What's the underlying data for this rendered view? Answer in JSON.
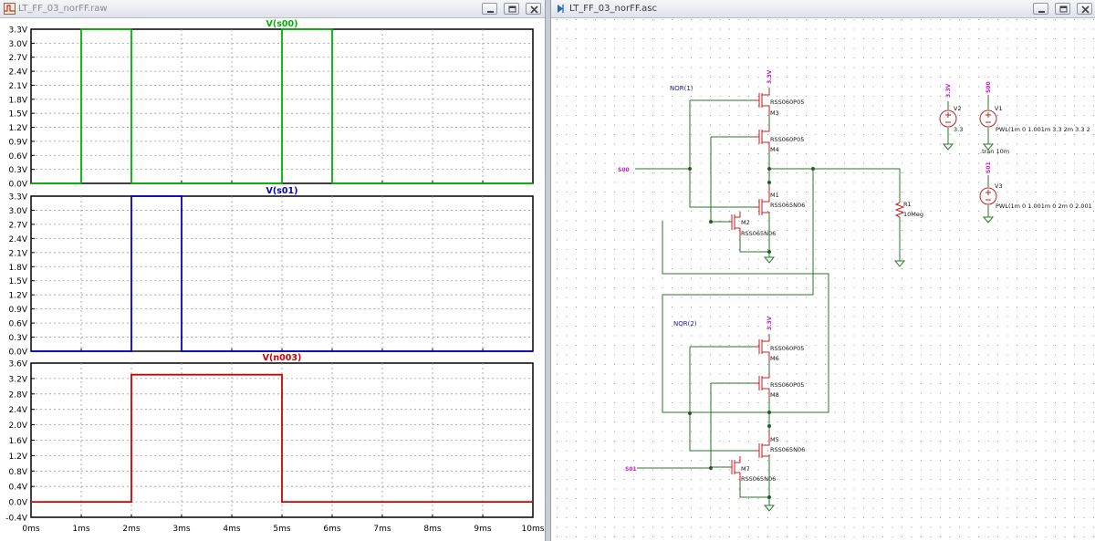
{
  "left_window": {
    "title": "LT_FF_03_norFF.raw",
    "icon": "waveform-viewer-icon",
    "buttons": [
      "minimize-icon",
      "restore-icon",
      "close-icon"
    ]
  },
  "right_window": {
    "title": "LT_FF_03_norFF.asc",
    "icon": "schematic-icon",
    "buttons": [
      "minimize-icon",
      "restore-icon",
      "close-icon"
    ]
  },
  "chart_data": [
    {
      "type": "line",
      "title": "V(s00)",
      "color": "#00b000",
      "ylim": [
        0,
        3.3
      ],
      "yticks": [
        "3.3V",
        "3.0V",
        "2.7V",
        "2.4V",
        "2.1V",
        "1.8V",
        "1.5V",
        "1.2V",
        "0.9V",
        "0.6V",
        "0.3V",
        "0.0V"
      ],
      "x": [
        0,
        1,
        1,
        2,
        2,
        5,
        5,
        6,
        6,
        10
      ],
      "y": [
        0,
        0,
        3.3,
        3.3,
        0,
        0,
        3.3,
        3.3,
        0,
        0
      ]
    },
    {
      "type": "line",
      "title": "V(s01)",
      "color": "#0000c0",
      "ylim": [
        0,
        3.3
      ],
      "yticks": [
        "3.3V",
        "3.0V",
        "2.7V",
        "2.4V",
        "2.1V",
        "1.8V",
        "1.5V",
        "1.2V",
        "0.9V",
        "0.6V",
        "0.3V",
        "0.0V"
      ],
      "x": [
        0,
        2,
        2,
        3,
        3,
        10
      ],
      "y": [
        0,
        0,
        3.3,
        3.3,
        0,
        0
      ]
    },
    {
      "type": "line",
      "title": "V(n003)",
      "color": "#d00000",
      "ylim": [
        -0.4,
        3.6
      ],
      "yticks": [
        "3.6V",
        "3.2V",
        "2.8V",
        "2.4V",
        "2.0V",
        "1.6V",
        "1.2V",
        "0.8V",
        "0.4V",
        "0.0V",
        "-0.4V"
      ],
      "x": [
        0,
        2,
        2,
        5,
        5,
        10
      ],
      "y": [
        0,
        0,
        3.3,
        3.3,
        0,
        0
      ]
    }
  ],
  "x_axis": {
    "xlim": [
      0,
      10
    ],
    "ticks": [
      "0ms",
      "1ms",
      "2ms",
      "3ms",
      "4ms",
      "5ms",
      "6ms",
      "7ms",
      "8ms",
      "9ms",
      "10ms"
    ]
  },
  "schematic": {
    "nor1_label": "NOR(1)",
    "nor2_label": "NOR(2)",
    "input_s00": "S00",
    "input_s01": "S01",
    "supply_label": "3.3V",
    "v1": {
      "name": "V1",
      "node": "S00",
      "value": "PWL(1m 0 1.001m 3.3 2m 3.3 2"
    },
    "v2": {
      "name": "V2",
      "node": "3.3V",
      "value": "3.3"
    },
    "v3": {
      "name": "V3",
      "node": "S01",
      "value": "PWL(1m 0 1.001m 0 2m 0 2.001"
    },
    "r1": {
      "name": "R1",
      "value": "10Meg"
    },
    "tran": ".tran 10m",
    "m3": {
      "name": "M3",
      "model": "RSS060P05"
    },
    "m4": {
      "name": "M4",
      "model": "RSS060P05"
    },
    "m1": {
      "name": "M1",
      "model": "RSS065N06"
    },
    "m2": {
      "name": "M2",
      "model": "RSS065N06"
    },
    "m6": {
      "name": "M6",
      "model": "RSS060P05"
    },
    "m8": {
      "name": "M8",
      "model": "RSS060P05"
    },
    "m5": {
      "name": "M5",
      "model": "RSS065N06"
    },
    "m7": {
      "name": "M7",
      "model": "RSS065N06"
    }
  }
}
